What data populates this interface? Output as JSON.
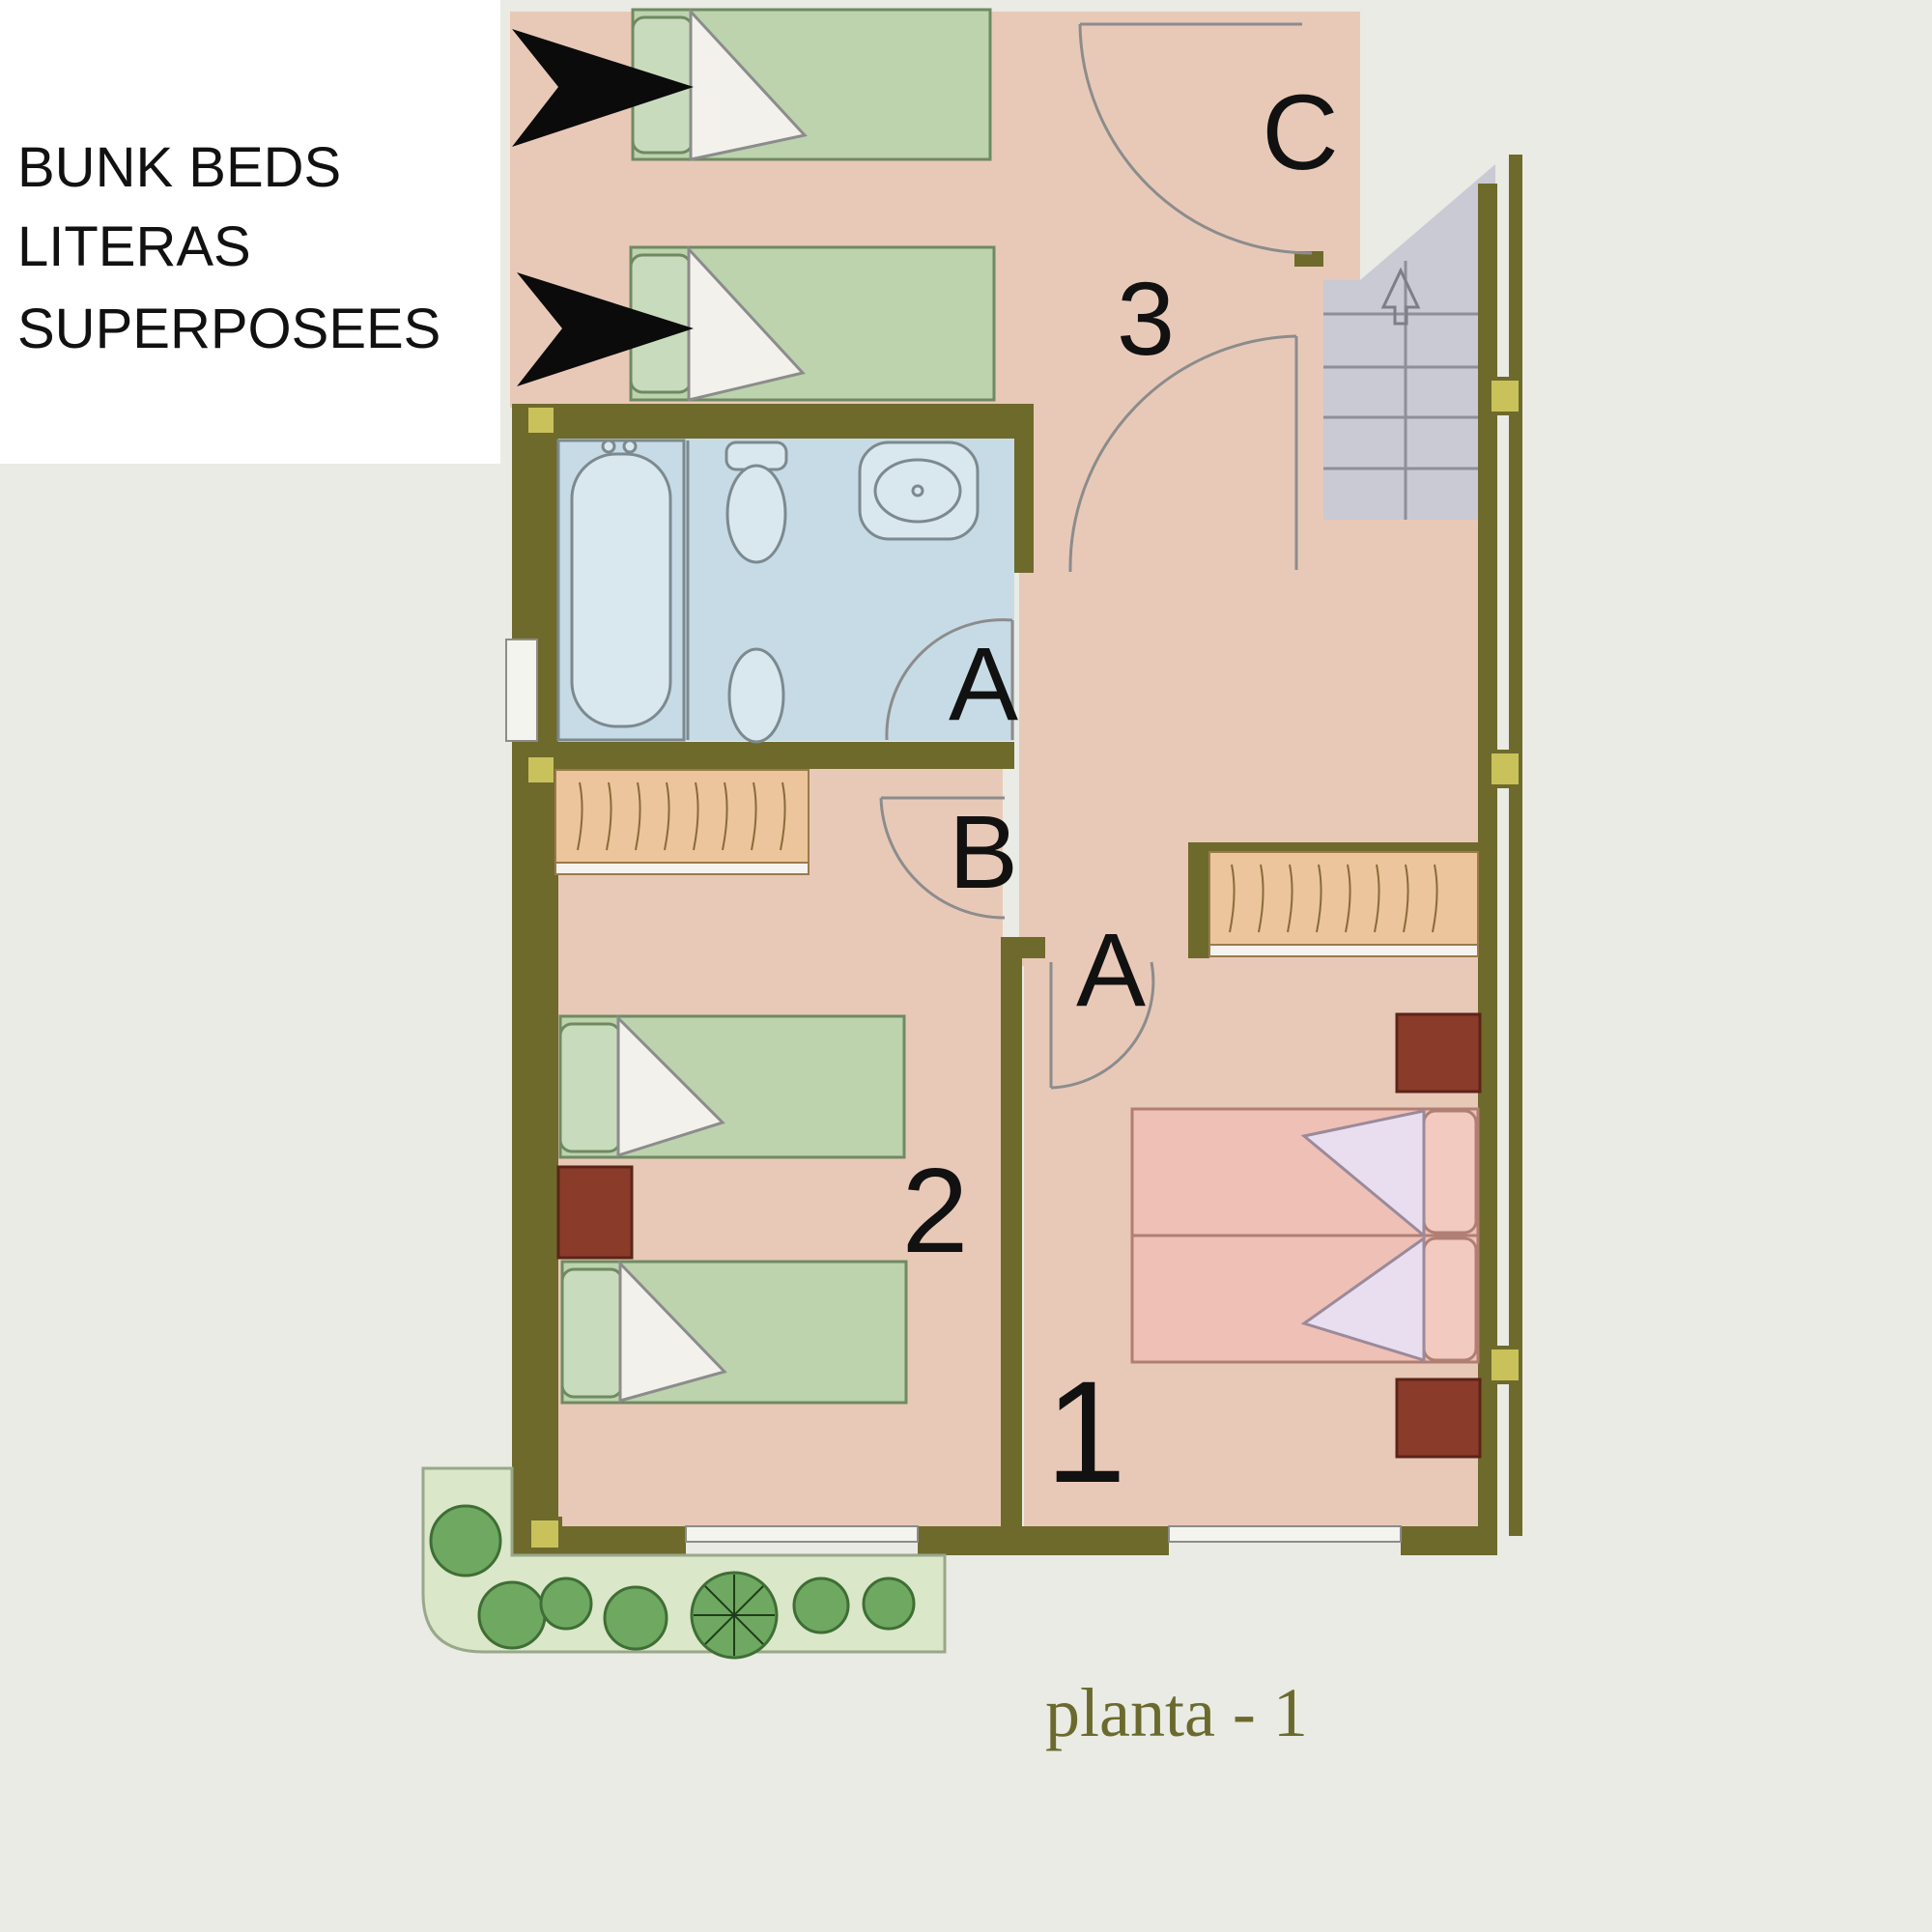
{
  "note": {
    "lines": [
      "BUNK BEDS",
      "LITERAS",
      "SUPERPOSEES"
    ]
  },
  "rooms": {
    "r1": "1",
    "r2": "2",
    "r3": "3"
  },
  "doors": {
    "a_bath": "A",
    "a_hall": "A",
    "b": "B",
    "c": "C"
  },
  "floor_title": "planta - 1",
  "colors": {
    "wall": "#6e6a2c",
    "floor": "#e8c9b8",
    "bath": "#c7dbe6",
    "bed_green": "#bcd3ae",
    "bed_pink": "#efc0b5",
    "wardrobe": "#ecc59c",
    "nightstand": "#8a3b2a",
    "planter": "#dbe7c9",
    "shrub": "#6fa861",
    "stairs": "#c9cad3",
    "column": "#c9c25a"
  }
}
